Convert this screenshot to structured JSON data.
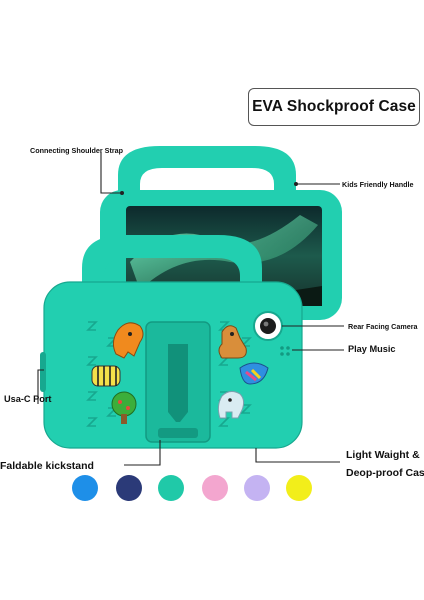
{
  "title": "EVA Shockproof Case",
  "labels": {
    "shoulder_strap": "Connecting Shoulder Strap",
    "handle": "Kids Friendly Handle",
    "camera": "Rear Facing Camera",
    "music": "Play Music",
    "port": "Usa-C Port",
    "kickstand": "Faldable kickstand",
    "light_weight_line1": "Light Waight &",
    "light_weight_line2": "Deop-proof Case"
  },
  "colors": {
    "case": "#22cfb0",
    "case_dark": "#17a88f",
    "swatches": [
      "#1e8fe8",
      "#2b3a78",
      "#20c9a8",
      "#f3a6cf",
      "#c4b3f2",
      "#f2ee1a"
    ]
  },
  "icons": [
    "camera-icon",
    "speaker-icon",
    "kickstand-icon",
    "dinosaur-sticker-icon",
    "bear-sticker-icon",
    "tree-sticker-icon",
    "zebra-sticker-icon",
    "elephant-sticker-icon",
    "fish-sticker-icon"
  ]
}
